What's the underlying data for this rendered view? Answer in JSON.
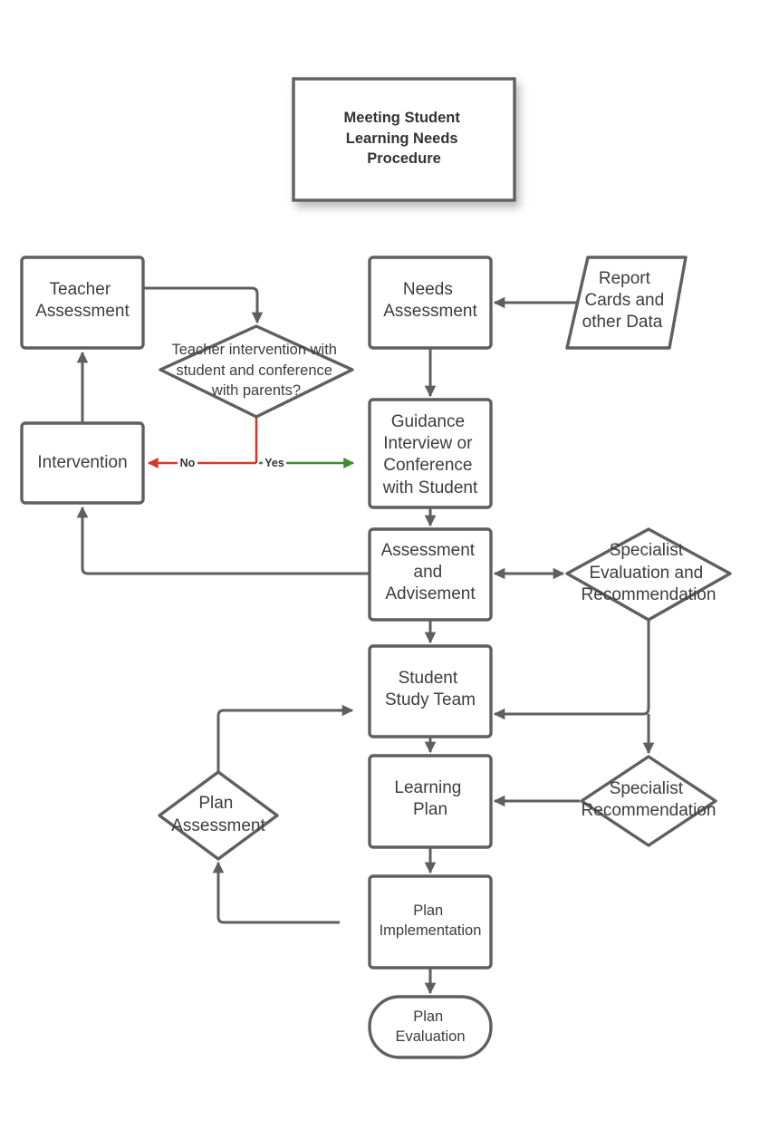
{
  "colors": {
    "stroke": "#5f5f5f",
    "text": "#3d3d3d",
    "no_branch": "#d03a2a",
    "yes_branch": "#3d8c2e",
    "background": "#ffffff"
  },
  "title": {
    "lines": [
      "Meeting Student",
      "Learning Needs",
      "Procedure"
    ]
  },
  "nodes": {
    "teacher_assessment": {
      "lines": [
        "Teacher",
        "Assessment"
      ]
    },
    "needs_assessment": {
      "lines": [
        "Needs",
        "Assessment"
      ]
    },
    "report_cards": {
      "lines": [
        "Report",
        "Cards and",
        "other Data"
      ]
    },
    "teacher_decision": {
      "lines": [
        "Teacher intervention with",
        "student and conference",
        "with parents?"
      ]
    },
    "intervention": {
      "lines": [
        "Intervention"
      ]
    },
    "guidance_interview": {
      "lines": [
        "Guidance",
        "Interview or",
        "Conference",
        "with Student"
      ]
    },
    "assessment_advisement": {
      "lines": [
        "Assessment",
        "and",
        "Advisement"
      ]
    },
    "specialist_evaluation": {
      "lines": [
        "Specialist",
        "Evaluation and",
        "Recommendation"
      ]
    },
    "student_study_team": {
      "lines": [
        "Student",
        "Study Team"
      ]
    },
    "learning_plan": {
      "lines": [
        "Learning",
        "Plan"
      ]
    },
    "specialist_recommendation": {
      "lines": [
        "Specialist",
        "Recommendation"
      ]
    },
    "plan_assessment": {
      "lines": [
        "Plan",
        "Assessment"
      ]
    },
    "plan_implementation": {
      "lines": [
        "Plan",
        "Implementation"
      ]
    },
    "plan_evaluation": {
      "lines": [
        "Plan",
        "Evaluation"
      ]
    }
  },
  "edge_labels": {
    "no": "No",
    "yes": "Yes"
  }
}
